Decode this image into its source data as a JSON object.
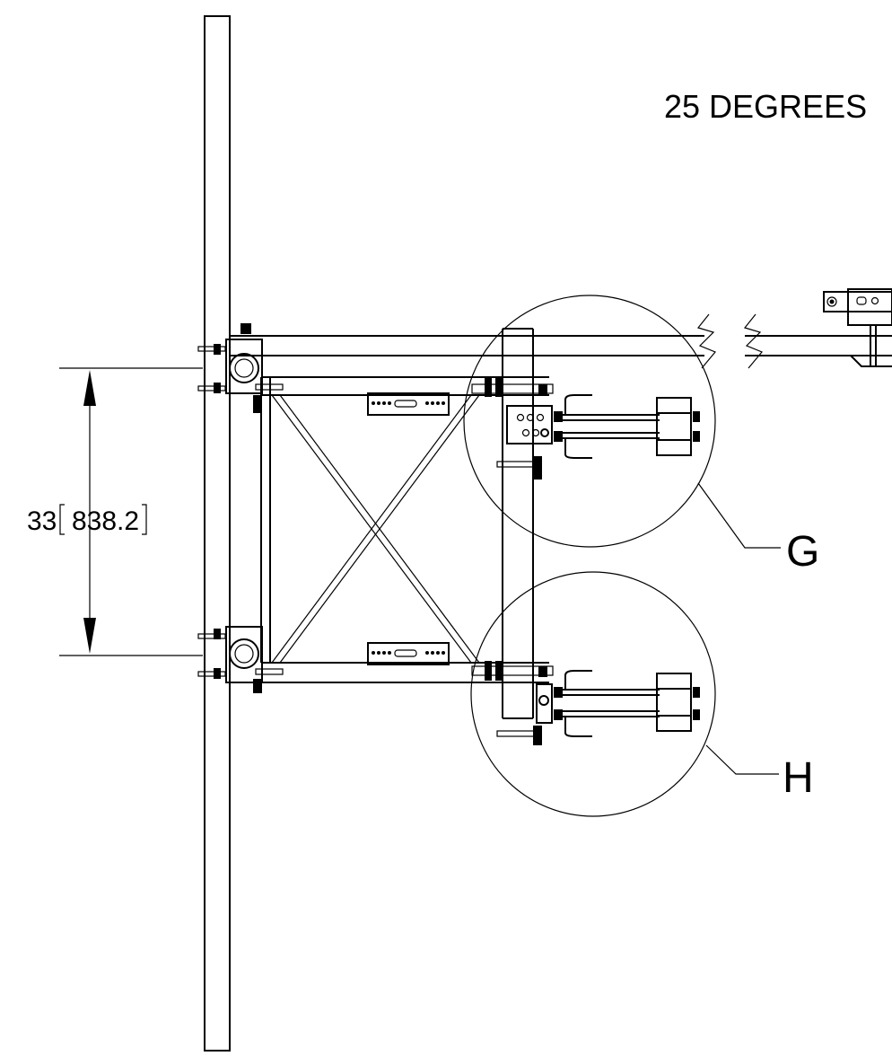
{
  "angle_note": "25 DEGREES",
  "dimension": {
    "value": "33",
    "metric": "838.2"
  },
  "callouts": {
    "upper": "G",
    "lower": "H"
  }
}
